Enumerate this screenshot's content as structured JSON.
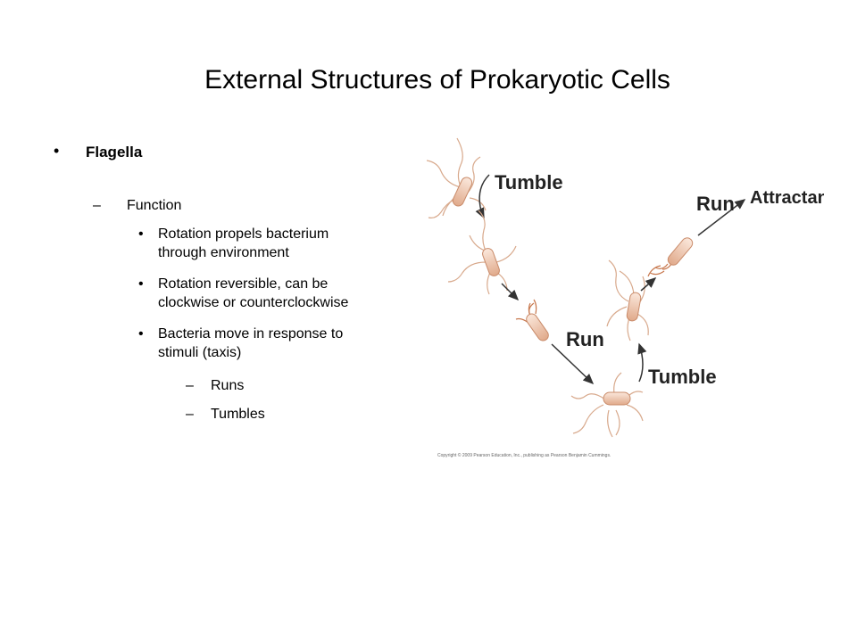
{
  "slide": {
    "title": "External Structures of Prokaryotic Cells"
  },
  "bullets": {
    "flagella": "Flagella",
    "function": "Function",
    "points": [
      {
        "line1": "Rotation propels bacterium",
        "line2": "through environment"
      },
      {
        "line1": "Rotation reversible, can be",
        "line2": "clockwise or counterclockwise"
      },
      {
        "line1": "Bacteria move in response to",
        "line2": "stimuli (taxis)"
      }
    ],
    "subpoints": [
      "Runs",
      "Tumbles"
    ]
  },
  "diagram": {
    "labels": {
      "tumble_top": "Tumble",
      "run_middle": "Run",
      "tumble_bottom": "Tumble",
      "run_top": "Run",
      "attractant": "Attractant"
    },
    "copyright": "Copyright © 2009 Pearson Education, Inc., publishing as Pearson Benjamin Cummings."
  }
}
